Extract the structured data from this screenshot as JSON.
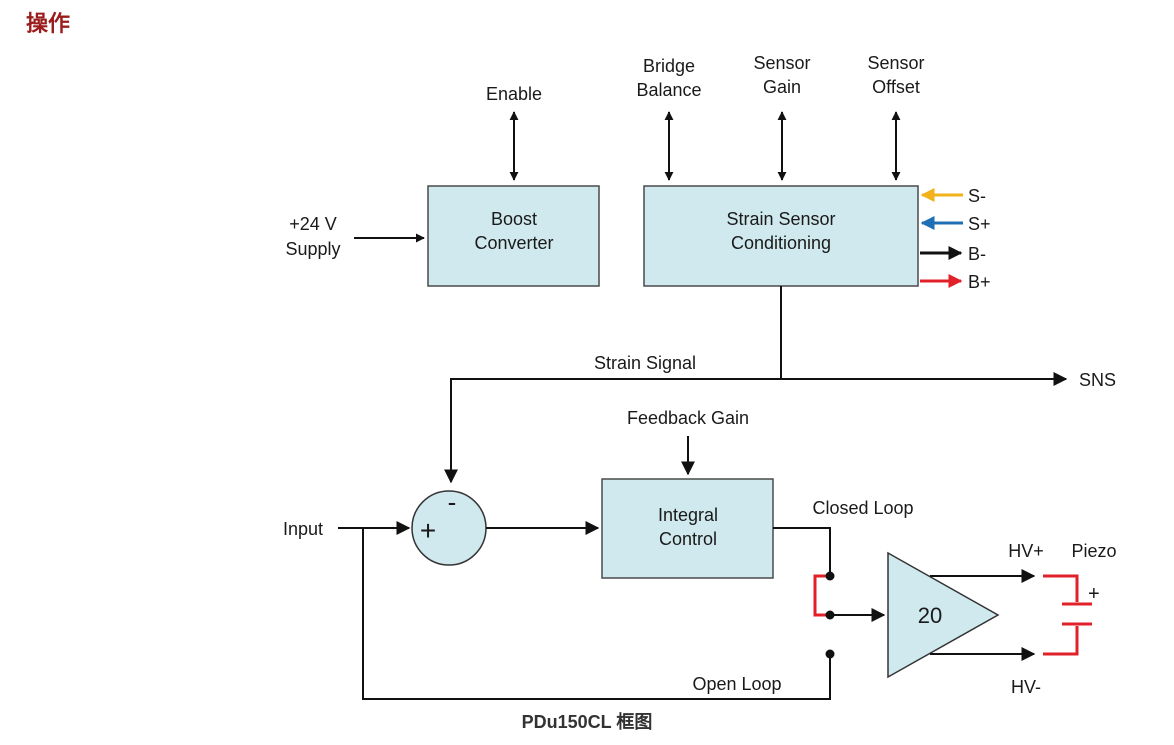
{
  "heading": "操作",
  "caption": "PDu150CL 框图",
  "colors": {
    "heading": "#9b1c1c",
    "box_fill": "#cfe9ef",
    "s_minus": "#f2b21b",
    "s_plus": "#1f6fb5",
    "b_minus": "#111111",
    "b_plus": "#e1202a",
    "loop_switch": "#e1202a",
    "amplifier_fill": "#cfe9ef"
  },
  "blocks": {
    "boost_converter": [
      "Boost",
      "Converter"
    ],
    "strain_conditioning": [
      "Strain Sensor",
      "Conditioning"
    ],
    "integral_control": [
      "Integral",
      "Control"
    ],
    "amplifier_gain": "20"
  },
  "signals": {
    "supply": [
      "+24 V",
      "Supply"
    ],
    "enable": "Enable",
    "bridge_balance": [
      "Bridge",
      "Balance"
    ],
    "sensor_gain": [
      "Sensor",
      "Gain"
    ],
    "sensor_offset": [
      "Sensor",
      "Offset"
    ],
    "s_minus": "S-",
    "s_plus": "S+",
    "b_minus": "B-",
    "b_plus": "B+",
    "strain_signal": "Strain Signal",
    "sns": "SNS",
    "feedback_gain": "Feedback Gain",
    "input": "Input",
    "closed_loop": "Closed Loop",
    "open_loop": "Open Loop",
    "hv_plus": "HV+",
    "hv_minus": "HV-",
    "piezo": "Piezo",
    "piezo_polarity": "+",
    "summer_plus": "+",
    "summer_minus": "-"
  }
}
